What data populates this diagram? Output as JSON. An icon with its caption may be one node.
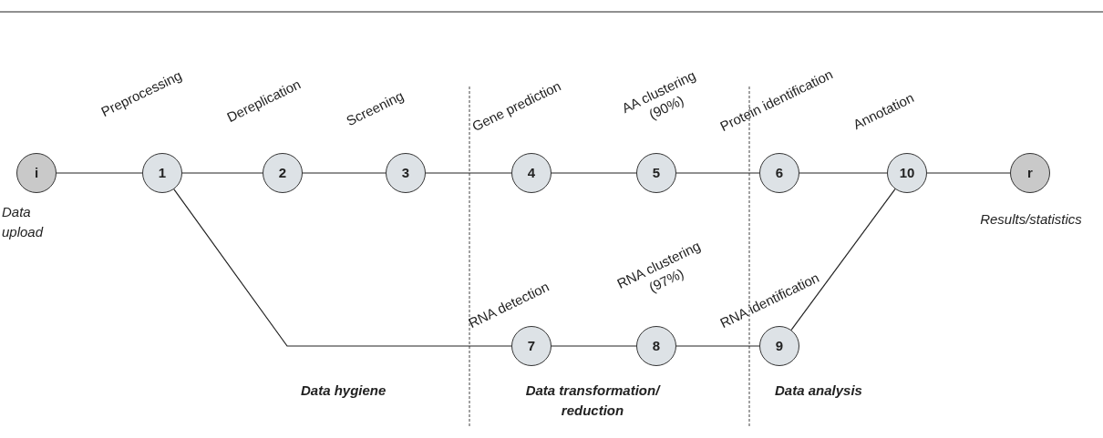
{
  "diagram": {
    "nodes": [
      {
        "text": [
          "i"
        ],
        "beside": [
          "Data upload"
        ]
      },
      {
        "text": [
          "1"
        ],
        "beside": [
          "Preprocessing"
        ]
      },
      {
        "text": [
          "2"
        ],
        "beside": [
          "Dereplication"
        ]
      },
      {
        "text": [
          "3"
        ],
        "beside": [
          "Screening"
        ]
      },
      {
        "text": [
          "4"
        ],
        "beside": [
          "Gene prediction"
        ]
      },
      {
        "text": [
          "5"
        ],
        "beside": [
          "AA clustering (90%)"
        ]
      },
      {
        "text": [
          "6"
        ],
        "beside": [
          "Protein identification"
        ]
      },
      {
        "text": [
          "10"
        ],
        "beside": [
          "Annotation"
        ]
      },
      {
        "text": [
          "r"
        ],
        "beside": [
          "Results/statistics"
        ]
      },
      {
        "text": [
          "7"
        ],
        "beside": [
          "RNA detection"
        ]
      },
      {
        "text": [
          "8"
        ],
        "beside": [
          "RNA clustering (97%)"
        ]
      },
      {
        "text": [
          "9"
        ],
        "beside": [
          "RNA identification"
        ]
      }
    ],
    "edges": [
      {
        "from": 0,
        "to": 1,
        "arrow": "none"
      },
      {
        "from": 1,
        "to": 2,
        "arrow": "none"
      },
      {
        "from": 2,
        "to": 3,
        "arrow": "none"
      },
      {
        "from": 3,
        "to": 4,
        "arrow": "none"
      },
      {
        "from": 4,
        "to": 5,
        "arrow": "none"
      },
      {
        "from": 5,
        "to": 6,
        "arrow": "none"
      },
      {
        "from": 6,
        "to": 7,
        "arrow": "none"
      },
      {
        "from": 7,
        "to": 8,
        "arrow": "none"
      },
      {
        "from": 1,
        "to": 9,
        "arrow": "none"
      },
      {
        "from": 9,
        "to": 10,
        "arrow": "none"
      },
      {
        "from": 10,
        "to": 11,
        "arrow": "none"
      },
      {
        "from": 11,
        "to": 7,
        "arrow": "none"
      }
    ],
    "labels": [
      "Data hygiene",
      "Data transformation/ reduction",
      "Data analysis"
    ]
  }
}
